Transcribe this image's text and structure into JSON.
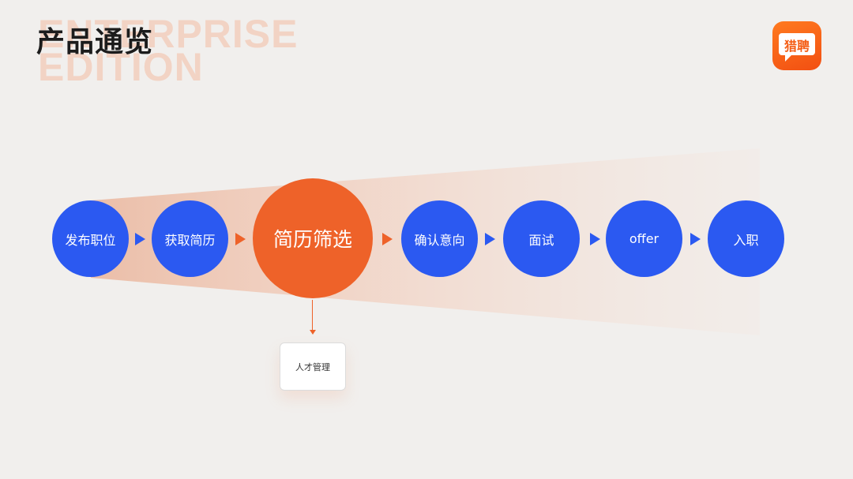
{
  "header": {
    "title": "产品通览",
    "watermark_line1": "ENTERPRISE",
    "watermark_line2": "EDITION",
    "logo_text": "猎聘"
  },
  "flow": {
    "steps": [
      {
        "label": "发布职位",
        "highlight": false
      },
      {
        "label": "获取简历",
        "highlight": false
      },
      {
        "label": "简历筛选",
        "highlight": true
      },
      {
        "label": "确认意向",
        "highlight": false
      },
      {
        "label": "面试",
        "highlight": false
      },
      {
        "label": "offer",
        "highlight": false
      },
      {
        "label": "入职",
        "highlight": false
      }
    ],
    "sub_item": "人才管理"
  },
  "colors": {
    "background": "#f1efed",
    "node_blue": "#2b59f1",
    "node_orange": "#ee6229",
    "watermark": "#f2d3c4"
  }
}
